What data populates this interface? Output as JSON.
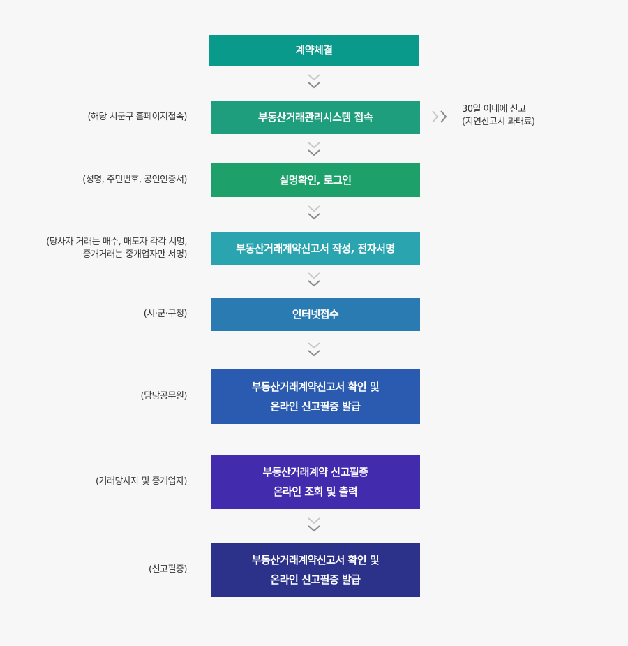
{
  "colors": {
    "step1": "#0a9a8c",
    "step2": "#1e9e7c",
    "step3": "#1ea06a",
    "step4": "#2aa5b0",
    "step5": "#2a7bb2",
    "step6": "#2a5bb0",
    "step7": "#432bad",
    "step8": "#2c318a",
    "chevron": "#9a9a9a"
  },
  "steps": [
    {
      "lines": [
        "계약체결"
      ],
      "side": []
    },
    {
      "lines": [
        "부동산거래관리시스템 접속"
      ],
      "side": [
        "(해당 시군구 홈페이지접속)"
      ]
    },
    {
      "lines": [
        "실명확인, 로그인"
      ],
      "side": [
        "(성명, 주민번호, 공인인증서)"
      ]
    },
    {
      "lines": [
        "부동산거래계약신고서 작성, 전자서명"
      ],
      "side": [
        "(당사자 거래는 매수, 매도자 각각 서명,",
        "중개거래는 중개업자만 서명)"
      ]
    },
    {
      "lines": [
        "인터넷접수"
      ],
      "side": [
        "(시·군·구청)"
      ]
    },
    {
      "lines": [
        "부동산거래계약신고서 확인 및",
        "온라인 신고필증 발급"
      ],
      "side": [
        "(담당공무원)"
      ]
    },
    {
      "lines": [
        "부동산거래계약 신고필증",
        "온라인 조회 및 출력"
      ],
      "side": [
        "(거래당사자 및 중개업자)"
      ]
    },
    {
      "lines": [
        "부동산거래계약신고서 확인 및",
        "온라인 신고필증 발급"
      ],
      "side": [
        "(신고필증)"
      ]
    }
  ],
  "note": {
    "line1": "30일 이내에 신고",
    "line2": "(지연신고시 과태료)"
  }
}
